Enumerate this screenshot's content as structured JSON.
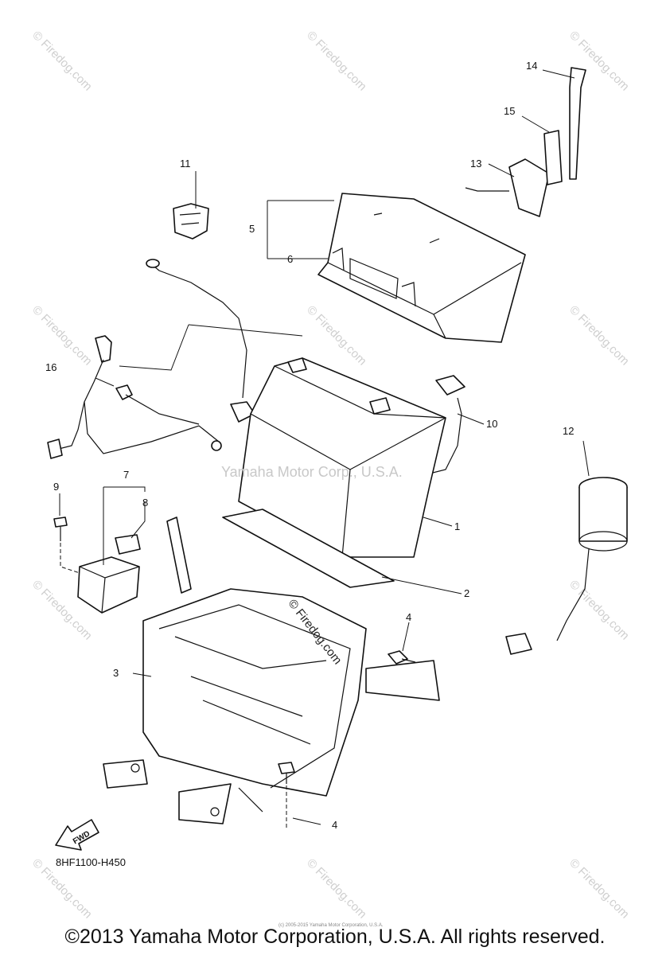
{
  "diagram": {
    "callouts": [
      {
        "id": "c1",
        "label": "1"
      },
      {
        "id": "c2",
        "label": "2"
      },
      {
        "id": "c3",
        "label": "3"
      },
      {
        "id": "c4a",
        "label": "4"
      },
      {
        "id": "c4b",
        "label": "4"
      },
      {
        "id": "c5",
        "label": "5"
      },
      {
        "id": "c6",
        "label": "6"
      },
      {
        "id": "c7",
        "label": "7"
      },
      {
        "id": "c8",
        "label": "8"
      },
      {
        "id": "c9",
        "label": "9"
      },
      {
        "id": "c10",
        "label": "10"
      },
      {
        "id": "c11",
        "label": "11"
      },
      {
        "id": "c12",
        "label": "12"
      },
      {
        "id": "c13",
        "label": "13"
      },
      {
        "id": "c14",
        "label": "14"
      },
      {
        "id": "c15",
        "label": "15"
      },
      {
        "id": "c16",
        "label": "16"
      }
    ],
    "fwd_label": "FWD",
    "drawing_code": "8HF1100-H450"
  },
  "watermarks": {
    "corner_text": "© Firedog.com",
    "center_text": "Yamaha Motor Corp., U.S.A.",
    "diagonal_text": "© Firedog.com"
  },
  "footer": {
    "tiny_credit": "(c) 2005-2015 Yamaha Motor Corporation, U.S.A.",
    "copyright": "©2013 Yamaha Motor Corporation, U.S.A. All rights reserved."
  }
}
